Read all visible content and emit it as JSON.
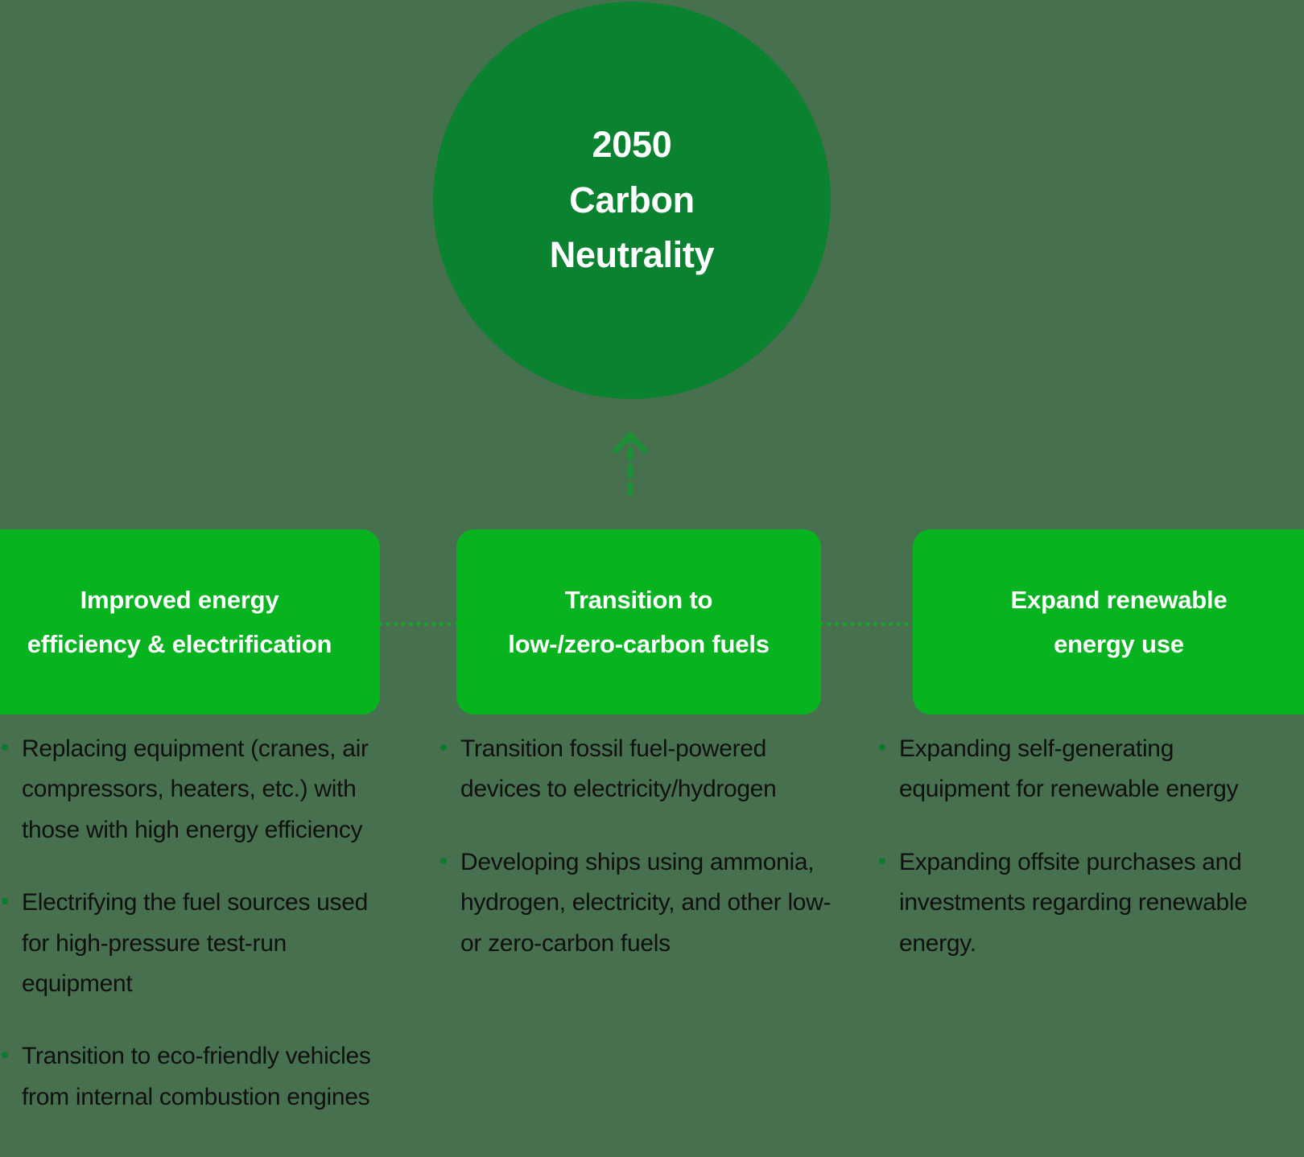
{
  "background_color": "#47704e",
  "goal": {
    "label": "2050\nCarbon\nNeutrality",
    "color": "#0a8230",
    "text_color": "#ffffff"
  },
  "connector": {
    "arrow_icon": "arrow-up-dashed-icon",
    "color": "#1d8f36",
    "dotted_link_color": "#1aa32c"
  },
  "strategies": [
    {
      "title": "Improved energy\nefficiency & electrification",
      "box_color": "#08b320",
      "bullets": [
        "Replacing equipment (cranes, air compressors, heaters, etc.) with those with high energy efficiency",
        "Electrifying the fuel sources used for high-pressure test-run equipment",
        "Transition to eco-friendly vehicles from internal combustion engines"
      ]
    },
    {
      "title": "Transition to\nlow-/zero-carbon fuels",
      "box_color": "#08b320",
      "bullets": [
        "Transition fossil fuel-powered devices to electricity/hydrogen",
        "Developing ships using ammonia, hydrogen, electricity, and other low- or zero-carbon fuels"
      ]
    },
    {
      "title": "Expand renewable\nenergy use",
      "box_color": "#08b320",
      "bullets": [
        "Expanding self-generating equipment for renewable energy",
        "Expanding offsite purchases and investments regarding renewable energy."
      ]
    }
  ],
  "bullet_marker_color": "#0d7a2e",
  "bullet_text_color": "#101010"
}
